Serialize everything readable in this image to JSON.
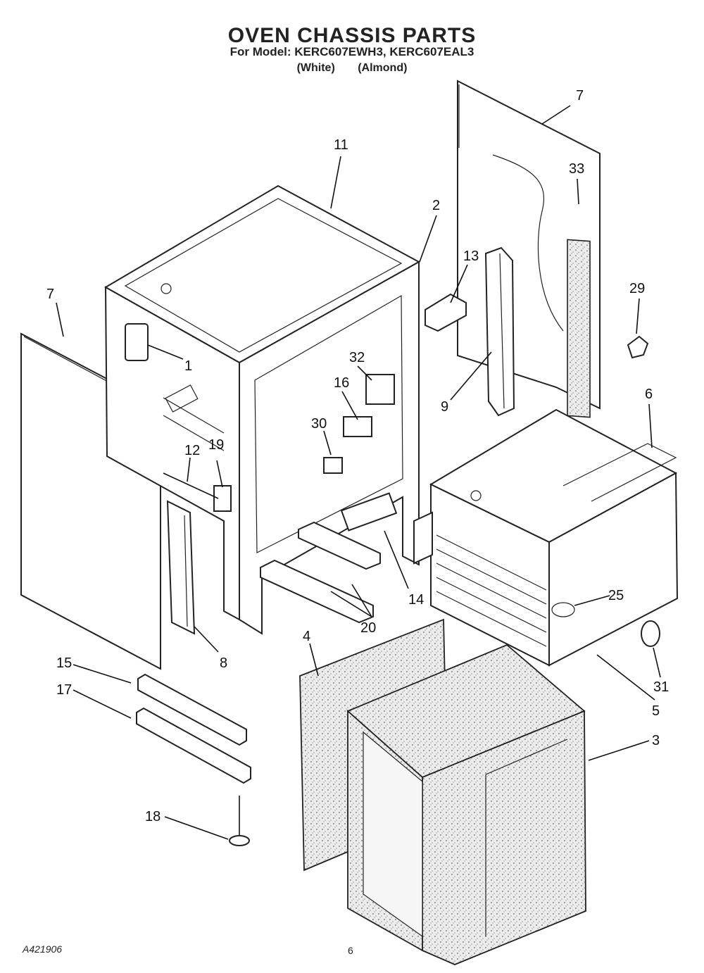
{
  "header": {
    "title": "OVEN CHASSIS PARTS",
    "subtitle": "For Model: KERC607EWH3, KERC607EAL3",
    "color_white": "(White)",
    "color_almond": "(Almond)"
  },
  "footer": {
    "doc_code": "A421906",
    "page_number": "6"
  },
  "callouts": {
    "c1": "1",
    "c2": "2",
    "c3": "3",
    "c4": "4",
    "c5": "5",
    "c6": "6",
    "c7a": "7",
    "c7b": "7",
    "c8": "8",
    "c9": "9",
    "c11": "11",
    "c12": "12",
    "c13": "13",
    "c14": "14",
    "c15": "15",
    "c16": "16",
    "c17": "17",
    "c18": "18",
    "c19": "19",
    "c20": "20",
    "c25": "25",
    "c29": "29",
    "c30": "30",
    "c31": "31",
    "c32": "32",
    "c33": "33"
  },
  "colors": {
    "line": "#111111",
    "insulation": "#d9d9d9",
    "paper": "#ffffff"
  }
}
